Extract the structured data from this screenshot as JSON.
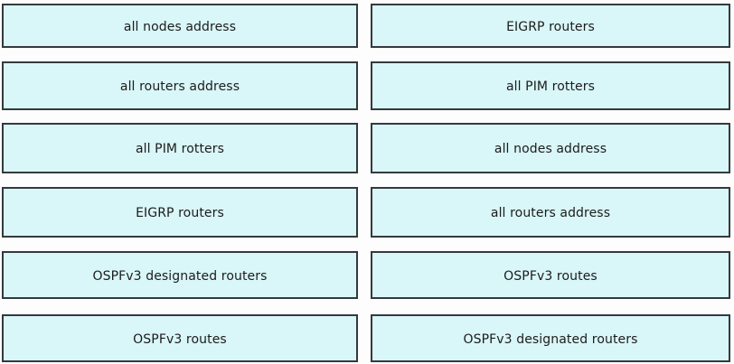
{
  "question": {
    "kind": "drag-and-drop-matching",
    "columns": {
      "left": {
        "items": [
          {
            "label": "all nodes address"
          },
          {
            "label": "all routers address"
          },
          {
            "label": "all PIM rotters"
          },
          {
            "label": "EIGRP routers"
          },
          {
            "label": "OSPFv3 designated routers"
          },
          {
            "label": "OSPFv3 routes"
          }
        ]
      },
      "right": {
        "items": [
          {
            "label": "EIGRP routers"
          },
          {
            "label": "all PIM rotters"
          },
          {
            "label": "all nodes address"
          },
          {
            "label": "all routers address"
          },
          {
            "label": "OSPFv3 routes"
          },
          {
            "label": "OSPFv3 designated routers"
          }
        ]
      }
    }
  },
  "colors": {
    "box_fill": "#d9f6f8",
    "box_border": "#333a3d",
    "background": "#fdfdfd",
    "text": "#1c1c1c"
  }
}
